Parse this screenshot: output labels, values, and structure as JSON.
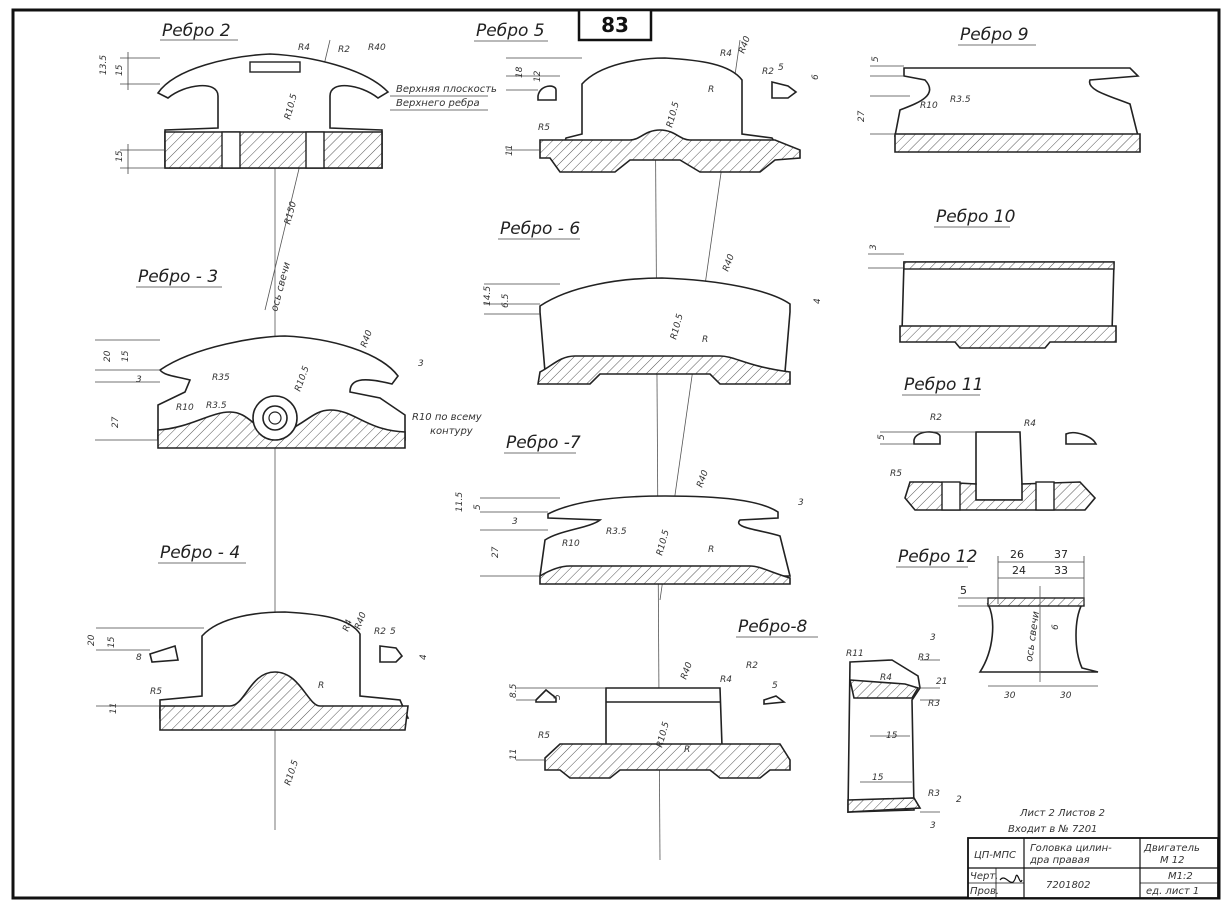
{
  "sheet": {
    "page_number": "83",
    "section_titles": {
      "r2": "Ребро 2",
      "r3": "Ребро - 3",
      "r4": "Ребро - 4",
      "r5": "Ребро 5",
      "r6": "Ребро - 6",
      "r7": "Ребро -7",
      "r8": "Ребро-8",
      "r9": "Ребро 9",
      "r10": "Ребро 10",
      "r11": "Ребро 11",
      "r12": "Ребро 12"
    },
    "notes": {
      "upper_plane": "Верхняя плоскость",
      "rib_top": "Верхнего ребра",
      "r10_contour_1": "R10 по всему",
      "r10_contour_2": "контуру",
      "plug_axis": "ось свечи",
      "plug_axis_r12": "ось свечи",
      "sheet_line_1": "Лист 2  Листов 2",
      "sheet_line_2": "Входит в № 7201"
    },
    "dims": {
      "r2": [
        "R4",
        "R2",
        "R40",
        "13.5",
        "15",
        "15",
        "R10.5",
        "R150"
      ],
      "r3": [
        "20",
        "15",
        "3",
        "R35",
        "R10",
        "R3.5",
        "R10.5",
        "R40",
        "3",
        "27"
      ],
      "r4": [
        "20",
        "15",
        "8",
        "R4",
        "R40",
        "R2",
        "5",
        "R5",
        "11",
        "R10.5",
        "R",
        "4"
      ],
      "r5": [
        "18",
        "12",
        "R4",
        "R40",
        "R2",
        "5",
        "6",
        "R5",
        "11",
        "R10.5",
        "R"
      ],
      "r6": [
        "14.5",
        "6.5",
        "R40",
        "4",
        "R10.5",
        "R"
      ],
      "r7": [
        "11.5",
        "5",
        "R40",
        "3",
        "3",
        "R10",
        "R3.5",
        "R10.5",
        "R",
        "27"
      ],
      "r8": [
        "8.5",
        "5",
        "R40",
        "R4",
        "R2",
        "5",
        "R5",
        "11",
        "R10.5",
        "R"
      ],
      "r9": [
        "5",
        "R10",
        "R3.5",
        "27"
      ],
      "r10": [
        "3"
      ],
      "r11": [
        "5",
        "R2",
        "R4",
        "R5"
      ],
      "r12": [
        "26",
        "37",
        "24",
        "33",
        "5",
        "6",
        "30",
        "30",
        "R11",
        "R3",
        "R4",
        "3",
        "21",
        "R3",
        "15",
        "15",
        "R3",
        "2",
        "3"
      ]
    },
    "title_block": {
      "dept": "ЦП-МПС",
      "part_name_1": "Головка цилин-",
      "part_name_2": "дра правая",
      "product_1": "Двигатель",
      "product_2": "М 12",
      "drawing_no": "7201802",
      "draw_label": "Черт.",
      "check_label": "Пров.",
      "scale_label": "М1:2",
      "sheet_label": "ед. лист 1"
    }
  }
}
